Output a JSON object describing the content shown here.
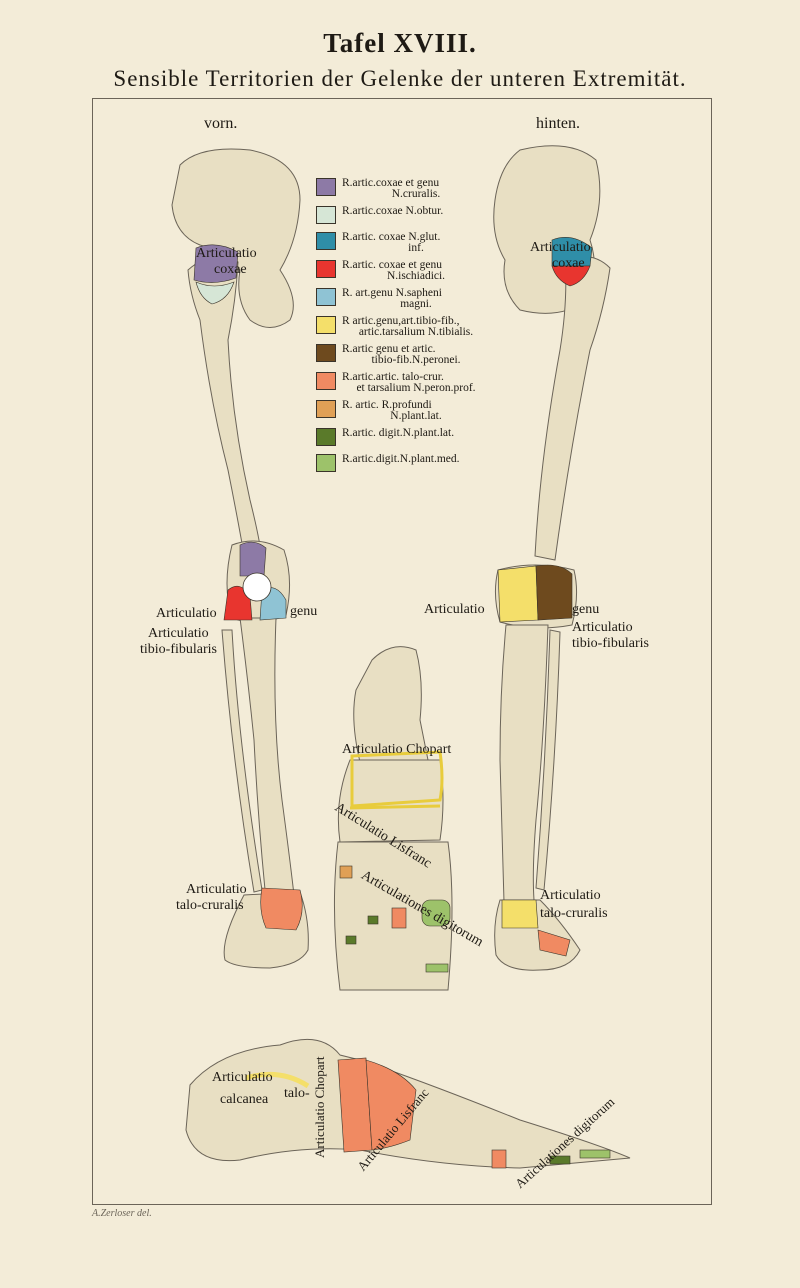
{
  "title": "Tafel XVIII.",
  "subtitle": "Sensible Territorien der Gelenke der unteren Extremität.",
  "views": {
    "front": "vorn.",
    "back": "hinten."
  },
  "legend": [
    {
      "line1": "R.artic.coxae et genu",
      "line2": "N.cruralis.",
      "color": "#8d7aa6"
    },
    {
      "line1": "R.artic.coxae N.obtur.",
      "line2": "",
      "color": "#d6e6d6"
    },
    {
      "line1": "R.artic. coxae N.glut.",
      "line2": "inf.",
      "color": "#2f8ea8"
    },
    {
      "line1": "R.artic. coxae et genu",
      "line2": "N.ischiadici.",
      "color": "#e8352f"
    },
    {
      "line1": "R. art.genu N.sapheni",
      "line2": "magni.",
      "color": "#8fc3d4"
    },
    {
      "line1": "R artic.genu,art.tibio-fib.,",
      "line2": "artic.tarsalium N.tibialis.",
      "color": "#f4df6a"
    },
    {
      "line1": "R.artic genu et artic.",
      "line2": "tibio-fib.N.peronei.",
      "color": "#6e4a1e"
    },
    {
      "line1": "R.artic.artic. talo-crur.",
      "line2": "et tarsalium N.peron.prof.",
      "color": "#f08a62"
    },
    {
      "line1": "R. artic. R.profundi",
      "line2": "N.plant.lat.",
      "color": "#e0a056"
    },
    {
      "line1": "R.artic. digit.N.plant.lat.",
      "line2": "",
      "color": "#5a7a2a"
    },
    {
      "line1": "R.artic.digit.N.plant.med.",
      "line2": "",
      "color": "#9dc26a"
    }
  ],
  "labels": {
    "coxae_front_1": "Articulatio",
    "coxae_front_2": "coxae",
    "coxae_back_1": "Articulatio",
    "coxae_back_2": "coxae",
    "genu_front_1": "Articulatio",
    "genu_front_2": "genu",
    "tibiofib_front_1": "Articulatio",
    "tibiofib_front_2": "tibio-fibularis",
    "genu_back_1": "Articulatio",
    "genu_back_2": "genu",
    "tibiofib_back_1": "Articulatio",
    "tibiofib_back_2": "tibio-fibularis",
    "chopart": "Articulatio Chopart",
    "lisfranc": "Articulatio Lisfranc",
    "digitorum": "Articulationes digitorum",
    "talocrural_front_1": "Articulatio",
    "talocrural_front_2": "talo-cruralis",
    "talocrural_back_1": "Articulatio",
    "talocrural_back_2": "talo-cruralis",
    "side_talocalc_1": "Articulatio",
    "side_talocalc_2": "talo-",
    "side_talocalc_3": "calcanea",
    "side_chopart": "Articulatio Chopart",
    "side_lisfranc": "Articulatio Lisfranc",
    "side_digitorum": "Articulationes digitorum"
  },
  "credit": "A.Zerloser del."
}
